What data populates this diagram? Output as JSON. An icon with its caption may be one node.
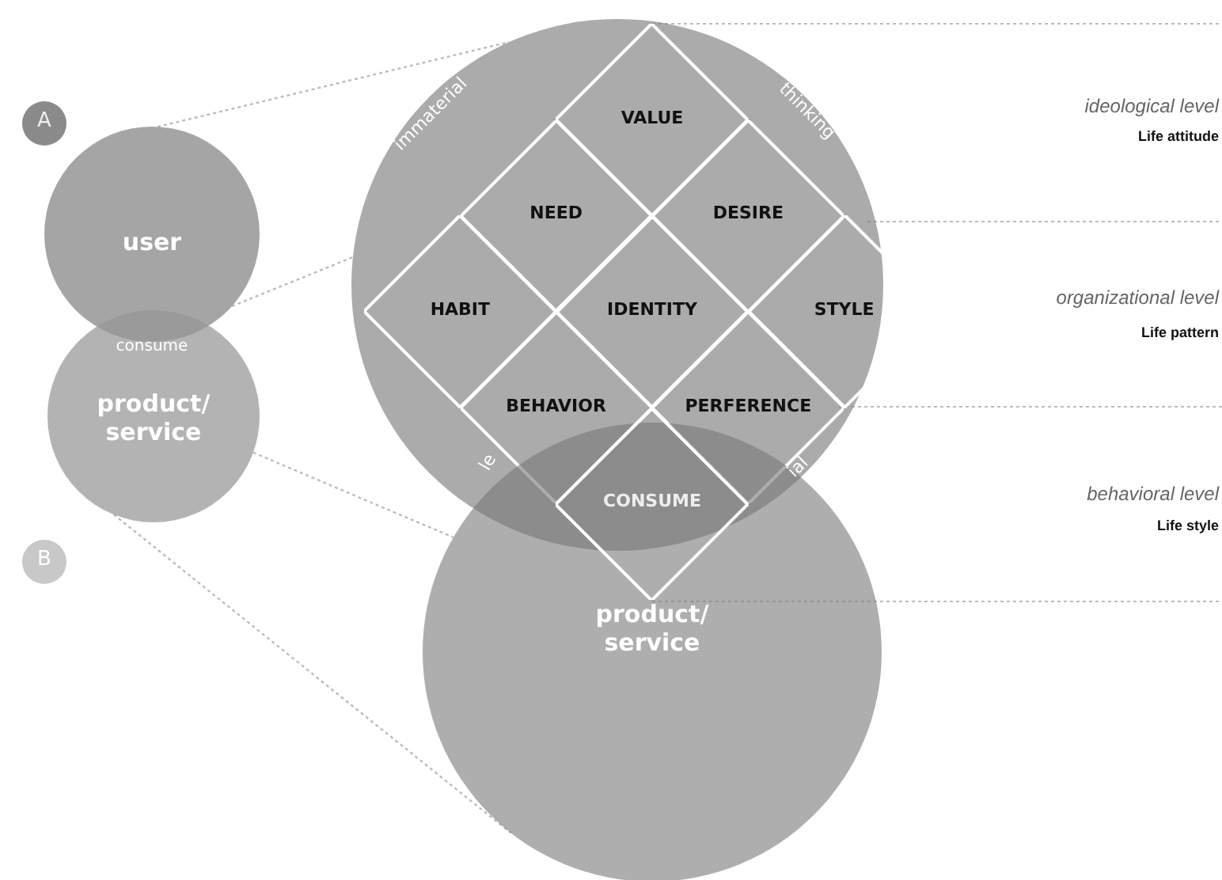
{
  "diagram": {
    "nodes": [
      {
        "text": [
          "A"
        ]
      },
      {
        "text": [
          "user"
        ]
      },
      {
        "text": [
          "product/ service"
        ]
      },
      {
        "text": [
          "B"
        ]
      },
      {
        "text": [],
        "shape": "circle"
      },
      {
        "text": [
          "product/ service"
        ]
      },
      {
        "text": [
          "VALUE"
        ],
        "in": 4
      },
      {
        "text": [
          "NEED"
        ],
        "in": 4
      },
      {
        "text": [
          "DESIRE"
        ],
        "in": 4
      },
      {
        "text": [
          "HABIT"
        ],
        "in": 4
      },
      {
        "text": [
          "IDENTITY"
        ],
        "in": 4
      },
      {
        "text": [
          "STYLE"
        ]
      },
      {
        "text": [
          "BEHAVIOR"
        ],
        "in": 4
      },
      {
        "text": [
          "PERFERENCE"
        ],
        "in": 4
      },
      {
        "text": [
          "CONSUME"
        ]
      }
    ],
    "edges": [
      {
        "from": 1,
        "to": 4,
        "arrow": "none",
        "style": "dashed"
      },
      {
        "from": 1,
        "to": 4,
        "arrow": "none",
        "style": "dashed"
      },
      {
        "from": 2,
        "to": 5,
        "arrow": "none",
        "style": "dashed"
      },
      {
        "from": 2,
        "to": 5,
        "arrow": "none",
        "style": "dashed"
      }
    ],
    "labels": [
      "consume",
      "immaterial",
      "thinking",
      "le",
      "ial",
      "ideological level",
      "Life attitude",
      "organizational level",
      "Life pattern",
      "behavioral level",
      "Life style"
    ]
  }
}
